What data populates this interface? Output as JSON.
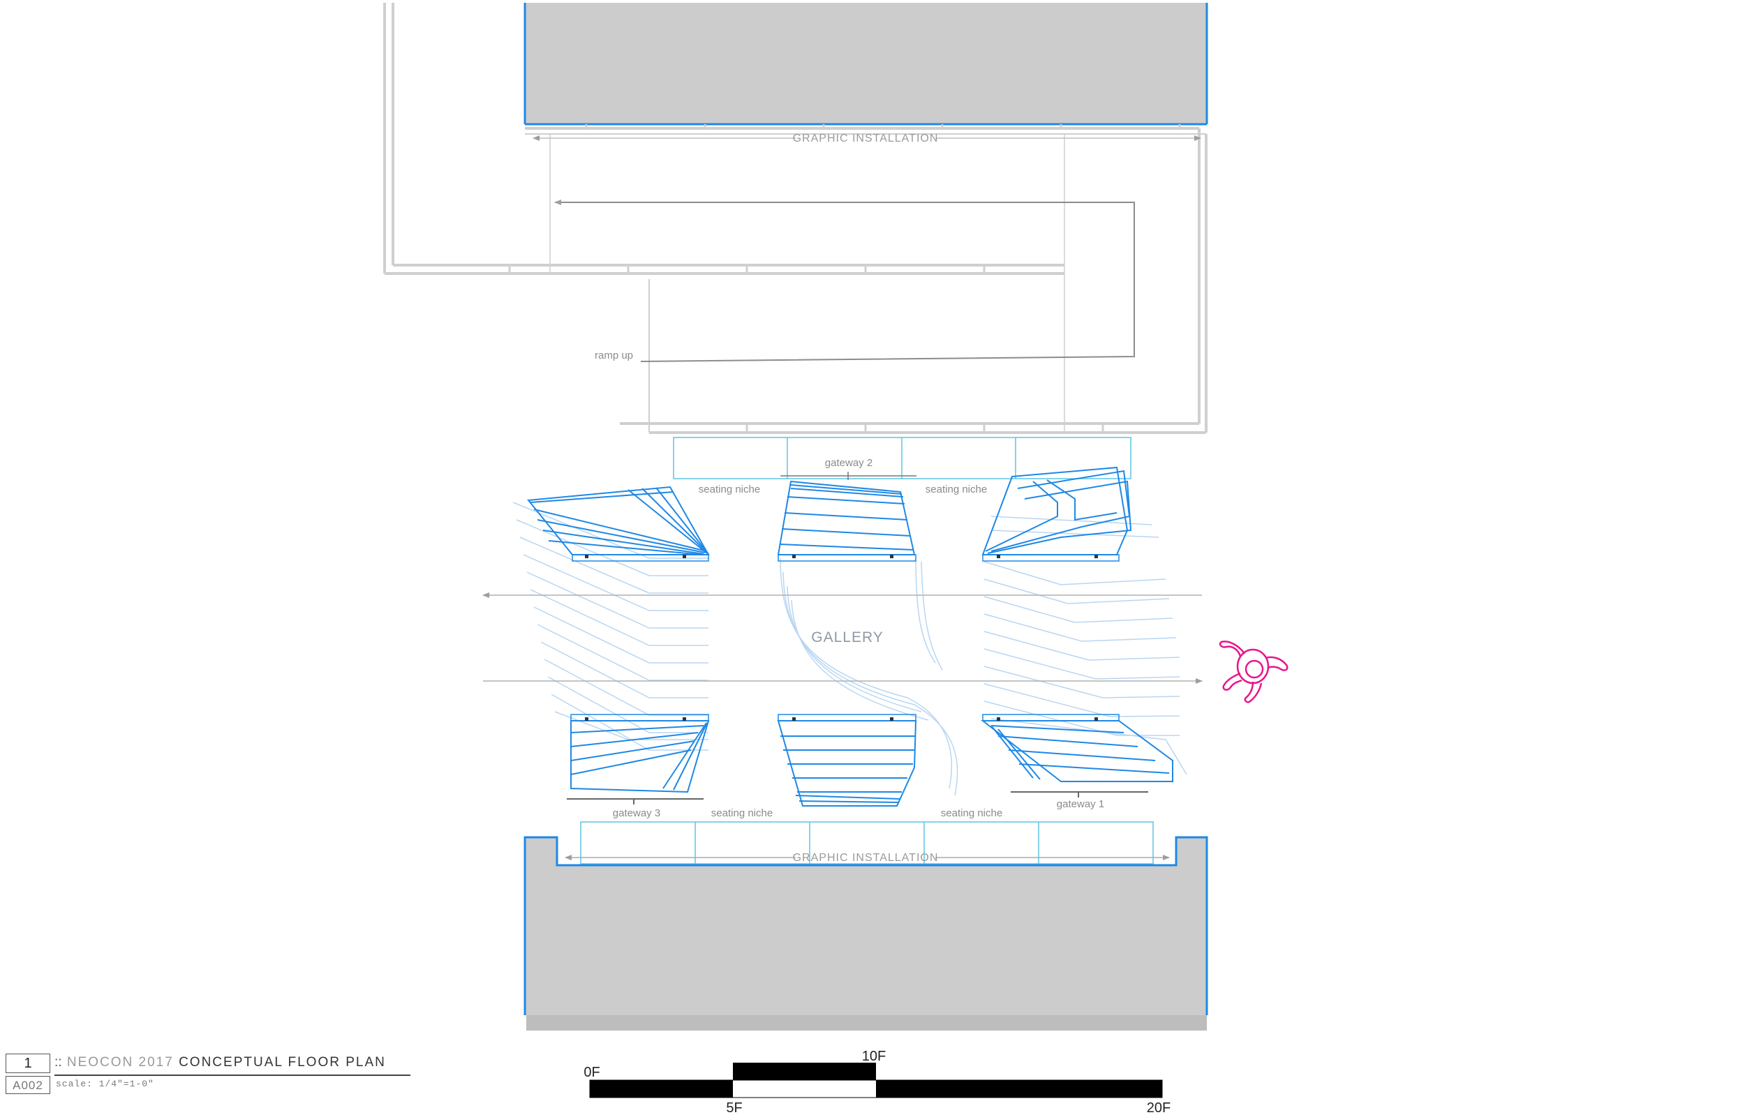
{
  "labels": {
    "graphic_installation_top": "GRAPHIC INSTALLATION",
    "graphic_installation_bottom": "GRAPHIC INSTALLATION",
    "ramp_up": "ramp up",
    "gateway_1": "gateway 1",
    "gateway_2": "gateway 2",
    "gateway_3": "gateway 3",
    "seating_niche_top_left": "seating niche",
    "seating_niche_top_right": "seating niche",
    "seating_niche_bottom_left": "seating niche",
    "seating_niche_bottom_right": "seating niche",
    "gallery": "GALLERY"
  },
  "scale_bar": {
    "ticks": [
      "0F",
      "5F",
      "10F",
      "20F"
    ]
  },
  "title_block": {
    "drawing_number": "1",
    "separator": "::",
    "event": "NEOCON 2017",
    "title": "CONCEPTUAL FLOOR PLAN",
    "sheet": "A002",
    "scale": "scale: 1/4\"=1-0\""
  },
  "colors": {
    "wall_gray": "#cccccc",
    "accent_blue": "#1e88e5",
    "light_blue": "#b8d6f2",
    "figure_pink": "#e8158c",
    "line_gray": "#9e9e9e"
  }
}
